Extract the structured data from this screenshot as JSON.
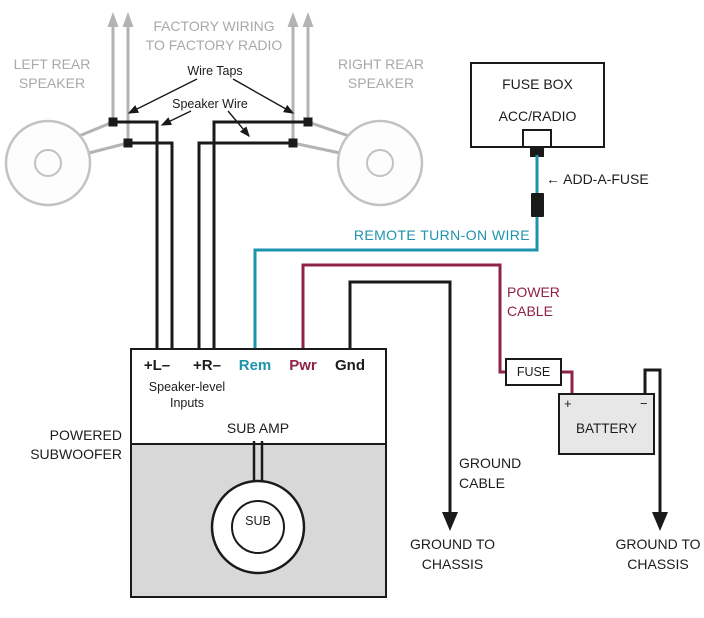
{
  "diagram": {
    "colors": {
      "remote_wire_teal": "#1e93ad",
      "power_wire_maroon": "#8e2344",
      "factory_wire_gray": "#b3b3b3",
      "wire_black": "#1a1a1a",
      "enclosure_fill": "#d8d8d8",
      "battery_fill": "#e7e7e7"
    },
    "left_speaker": {
      "line1": "LEFT REAR",
      "line2": "SPEAKER"
    },
    "right_speaker": {
      "line1": "RIGHT REAR",
      "line2": "SPEAKER"
    },
    "factory_wiring": {
      "line1": "FACTORY WIRING",
      "line2": "TO FACTORY RADIO"
    },
    "wire_taps_label": "Wire Taps",
    "speaker_wire_label": "Speaker Wire",
    "fuse_box": {
      "title": "FUSE BOX",
      "circuit": "ACC/RADIO"
    },
    "add_a_fuse_label": "← ADD-A-FUSE",
    "remote_turn_on_label": "REMOTE TURN-ON WIRE",
    "power_cable": {
      "line1": "POWER",
      "line2": "CABLE"
    },
    "amp": {
      "terminals": [
        "+L–",
        "+R–",
        "Rem",
        "Pwr",
        "Gnd"
      ],
      "inputs": {
        "line1": "Speaker-level",
        "line2": "Inputs"
      },
      "name": "SUB AMP"
    },
    "powered_subwoofer": {
      "line1": "POWERED",
      "line2": "SUBWOOFER"
    },
    "sub_label": "SUB",
    "fuse_label": "FUSE",
    "battery": {
      "label": "BATTERY",
      "plus": "+",
      "minus": "−"
    },
    "ground_cable": {
      "line1": "GROUND",
      "line2": "CABLE"
    },
    "ground_left": {
      "line1": "GROUND TO",
      "line2": "CHASSIS"
    },
    "ground_right": {
      "line1": "GROUND TO",
      "line2": "CHASSIS"
    }
  }
}
